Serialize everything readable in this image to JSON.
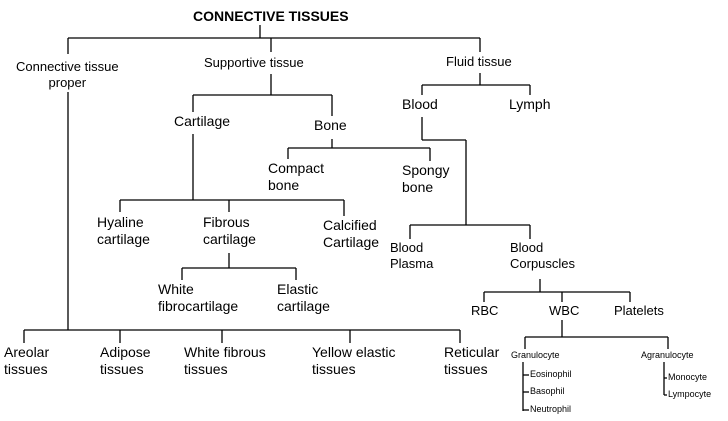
{
  "title": "CONNECTIVE TISSUES",
  "colors": {
    "line": "#000000",
    "text": "#000000",
    "background": "#ffffff"
  },
  "nodes": {
    "ct_proper": "Connective tissue\nproper",
    "supportive": "Supportive tissue",
    "fluid": "Fluid tissue",
    "cartilage": "Cartilage",
    "bone": "Bone",
    "blood": "Blood",
    "lymph": "Lymph",
    "compact_bone": "Compact\nbone",
    "spongy_bone": "Spongy\nbone",
    "hyaline": "Hyaline\ncartilage",
    "fibrous": "Fibrous\ncartilage",
    "calcified": "Calcified\nCartilage",
    "white_fibro": "White\nfibrocartilage",
    "elastic": "Elastic\ncartilage",
    "blood_plasma": "Blood\nPlasma",
    "blood_corpuscles": "Blood\nCorpuscles",
    "rbc": "RBC",
    "wbc": "WBC",
    "platelets": "Platelets",
    "granulocyte": "Granulocyte",
    "eosinophil": "Eosinophil",
    "basophil": "Basophil",
    "neutrophil": "Neutrophil",
    "agranulocyte": "Agranulocyte",
    "monocyte": "Monocyte",
    "lympocyte": "Lympocyte",
    "areolar": "Areolar\ntissues",
    "adipose": "Adipose\ntissues",
    "white_fibrous": "White fibrous\ntissues",
    "yellow_elastic": "Yellow elastic\ntissues",
    "reticular": "Reticular\ntissues"
  }
}
